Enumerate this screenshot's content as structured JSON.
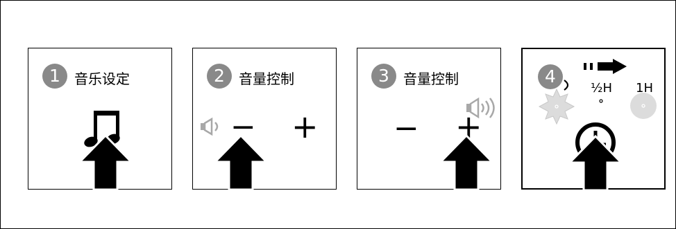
{
  "steps": [
    {
      "number": "1",
      "label": "音乐设定"
    },
    {
      "number": "2",
      "label": "音量控制",
      "minus": "−",
      "plus": "+"
    },
    {
      "number": "3",
      "label": "音量控制",
      "minus": "−",
      "plus": "+"
    },
    {
      "number": "4",
      "marker_half": "½H",
      "marker_full": "1H"
    }
  ],
  "icons": {
    "arrow": "up-arrow-icon",
    "music": "music-note-icon",
    "speaker_low": "speaker-low-icon",
    "speaker_high": "speaker-high-icon",
    "clock": "clock-icon",
    "light": "sun-light-icon",
    "moon": "moon-icon",
    "right_arrow": "right-arrow-icon"
  },
  "colors": {
    "badge": "#898989",
    "light_fill": "#dcdcdc",
    "ink": "#000000"
  }
}
